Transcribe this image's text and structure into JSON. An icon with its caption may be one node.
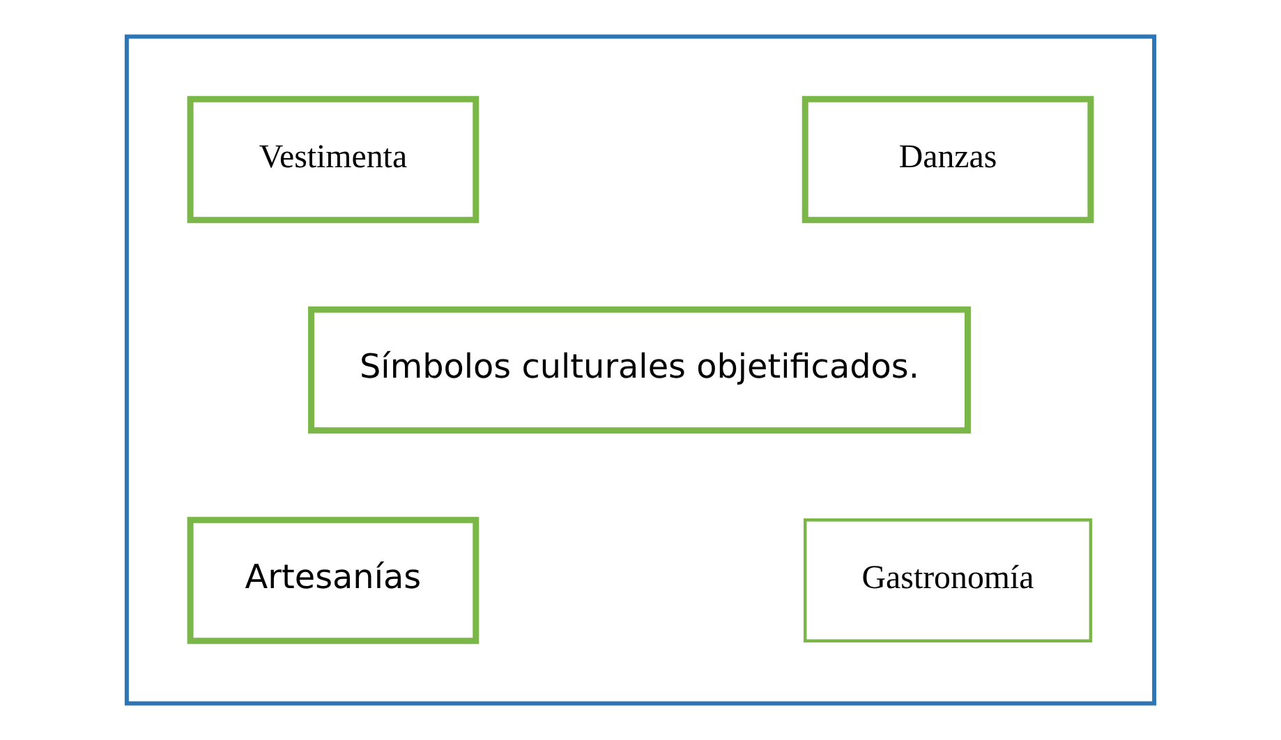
{
  "diagram": {
    "nodes": [
      {
        "text": [],
        "shape": "box"
      },
      {
        "text": [
          "Danzas"
        ],
        "in": 0
      },
      {
        "text": [
          "Vestimenta"
        ],
        "in": 0
      },
      {
        "text": [
          "Símbolos culturales objetificados."
        ],
        "in": 0
      },
      {
        "text": [
          "Artesanías"
        ],
        "in": 0
      },
      {
        "text": [
          "Gastronomía"
        ],
        "in": 0
      }
    ]
  }
}
